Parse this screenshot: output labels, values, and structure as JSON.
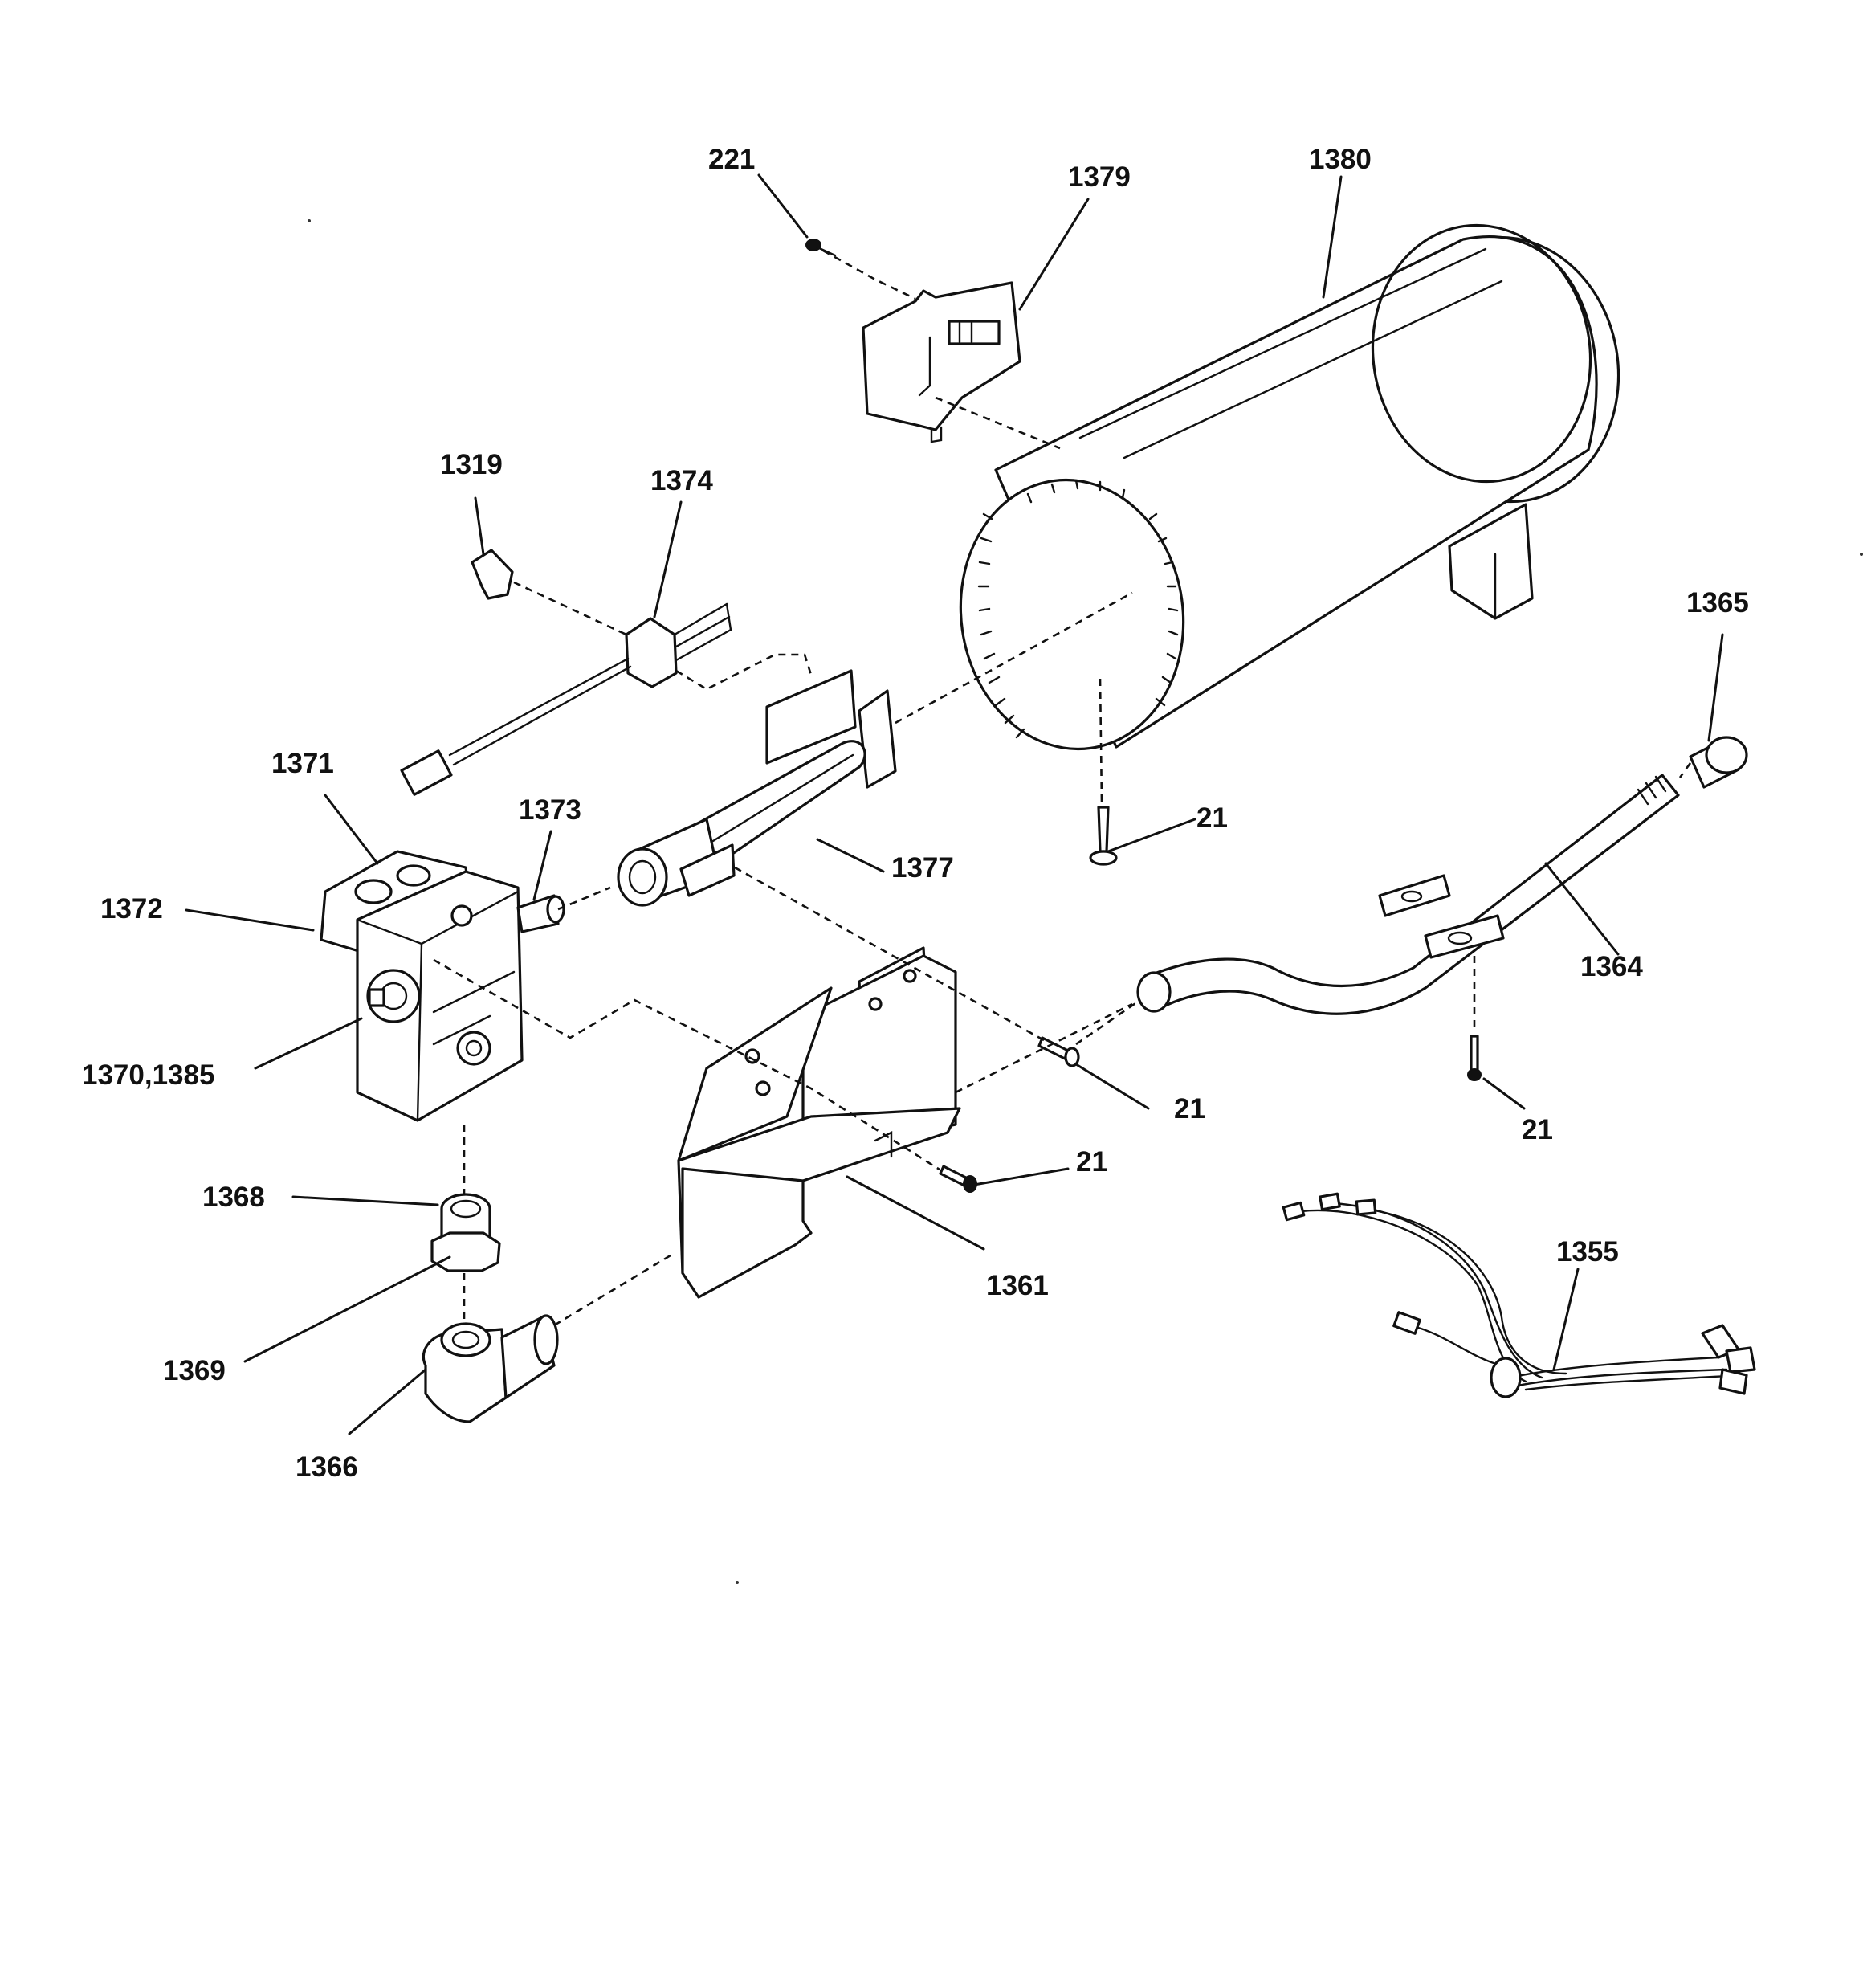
{
  "callouts": {
    "c221": "221",
    "c1379": "1379",
    "c1380": "1380",
    "c1319": "1319",
    "c1374": "1374",
    "c1365": "1365",
    "c1371": "1371",
    "c1373": "1373",
    "c1377": "1377",
    "c21_tube": "21",
    "c1372": "1372",
    "c1364": "1364",
    "c1370_1385": "1370,1385",
    "c21_shield": "21",
    "c21_bracket": "21",
    "c21_lower": "21",
    "c1368": "1368",
    "c1355": "1355",
    "c1361": "1361",
    "c1369": "1369",
    "c1366": "1366"
  }
}
